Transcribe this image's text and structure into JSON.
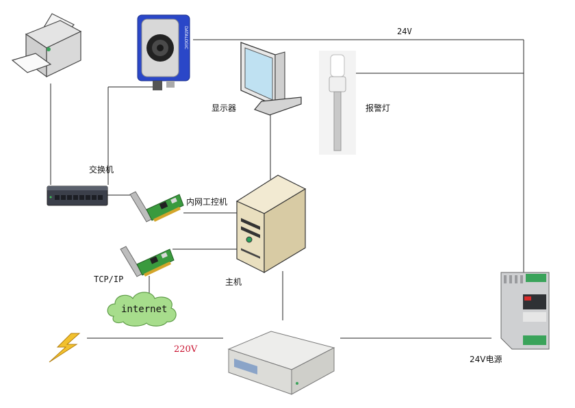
{
  "labels": {
    "monitor": "显示器",
    "alarm_light": "报警灯",
    "switch": "交换机",
    "intranet_ipc": "内网工控机",
    "tcpip": "TCP/IP",
    "host": "主机",
    "internet": "internet",
    "v220": "220V",
    "v24": "24V",
    "psu24": "24V电源"
  },
  "camera_brand": "DATALOGIC",
  "colors": {
    "wire": "#222222",
    "voltage_red": "#c8102e",
    "cloud_fill": "#a7dd8c",
    "camera_blue": "#2a47c8",
    "lightning": "#f2c12e"
  }
}
